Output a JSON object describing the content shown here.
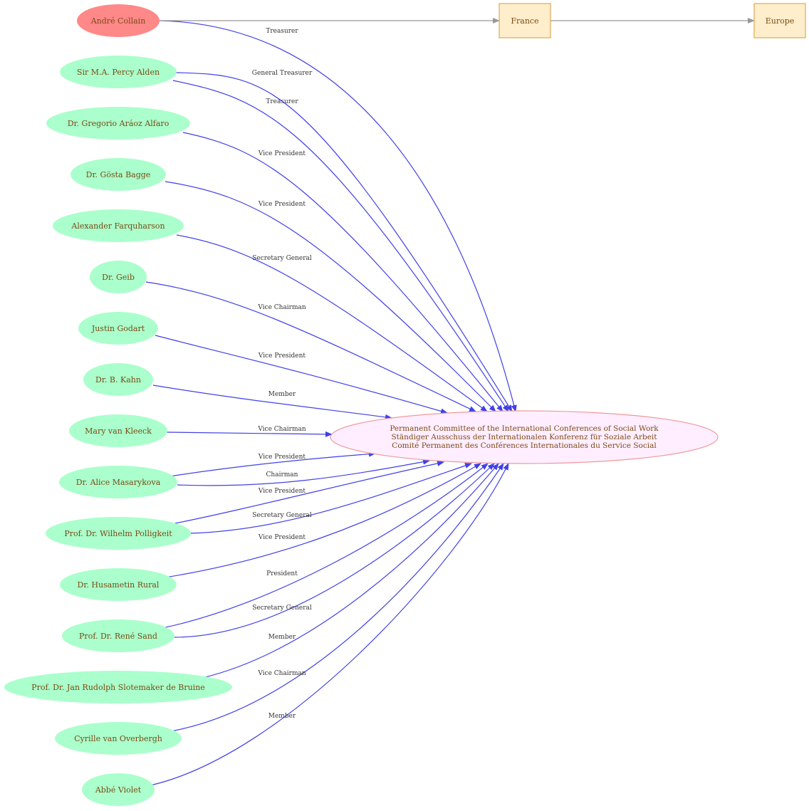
{
  "colors": {
    "person_fill": "#aaffcc",
    "highlight_fill": "#ff8888",
    "place_fill": "#ffeecc",
    "place_stroke": "#ddaa55",
    "committee_fill": "#ffeeff",
    "committee_stroke": "#ee9999",
    "edge_blue": "#4040e8",
    "edge_gray": "#999999",
    "text_brown": "#7a4a14"
  },
  "committee": {
    "lines": [
      "Permanent Committee of the International Conferences of Social Work",
      "Ständiger Ausschuss der Internationalen Konferenz für Soziale Arbeit",
      "Comité Permanent des Conférences Internationales du Service Social"
    ]
  },
  "places": [
    {
      "id": "france",
      "label": "France"
    },
    {
      "id": "europe",
      "label": "Europe"
    }
  ],
  "people": [
    {
      "id": "collain",
      "label": "André Collain",
      "highlight": true
    },
    {
      "id": "alden",
      "label": "Sir M.A. Percy Alden"
    },
    {
      "id": "alfaro",
      "label": "Dr. Gregorio  Aráoz Alfaro"
    },
    {
      "id": "bagge",
      "label": "Dr. Gösta Bagge"
    },
    {
      "id": "farquharson",
      "label": "Alexander Farquharson"
    },
    {
      "id": "geib",
      "label": "Dr. Geib"
    },
    {
      "id": "godart",
      "label": "Justin Godart"
    },
    {
      "id": "kahn",
      "label": "Dr. B. Kahn"
    },
    {
      "id": "kleeck",
      "label": "Mary van Kleeck"
    },
    {
      "id": "masarykova",
      "label": "Dr. Alice Masarykova"
    },
    {
      "id": "polligkeit",
      "label": "Prof. Dr. Wilhelm Polligkeit"
    },
    {
      "id": "rural",
      "label": "Dr. Husametin Rural"
    },
    {
      "id": "sand",
      "label": "Prof. Dr. René Sand"
    },
    {
      "id": "slotemaker",
      "label": "Prof. Dr. Jan Rudolph Slotemaker de Bruine"
    },
    {
      "id": "overbergh",
      "label": "Cyrille  van Overbergh"
    },
    {
      "id": "violet",
      "label": "Abbé Violet"
    }
  ],
  "edges": [
    {
      "from": "collain",
      "to": "committee",
      "label": "Treasurer"
    },
    {
      "from": "alden",
      "to": "committee",
      "label": "General Treasurer"
    },
    {
      "from": "alden",
      "to": "committee",
      "label": "Treasurer"
    },
    {
      "from": "alfaro",
      "to": "committee",
      "label": "Vice President"
    },
    {
      "from": "bagge",
      "to": "committee",
      "label": "Vice President"
    },
    {
      "from": "farquharson",
      "to": "committee",
      "label": "Secretary General"
    },
    {
      "from": "geib",
      "to": "committee",
      "label": "Vice Chairman"
    },
    {
      "from": "godart",
      "to": "committee",
      "label": "Vice President"
    },
    {
      "from": "kahn",
      "to": "committee",
      "label": "Member"
    },
    {
      "from": "kleeck",
      "to": "committee",
      "label": "Vice Chairman"
    },
    {
      "from": "masarykova",
      "to": "committee",
      "label": "Vice President"
    },
    {
      "from": "masarykova",
      "to": "committee",
      "label": "Chairman"
    },
    {
      "from": "polligkeit",
      "to": "committee",
      "label": "Vice President"
    },
    {
      "from": "polligkeit",
      "to": "committee",
      "label": "Secretary General"
    },
    {
      "from": "rural",
      "to": "committee",
      "label": "Vice President"
    },
    {
      "from": "sand",
      "to": "committee",
      "label": "President"
    },
    {
      "from": "sand",
      "to": "committee",
      "label": "Secretary General"
    },
    {
      "from": "slotemaker",
      "to": "committee",
      "label": "Member"
    },
    {
      "from": "overbergh",
      "to": "committee",
      "label": "Vice Chairman"
    },
    {
      "from": "violet",
      "to": "committee",
      "label": "Member"
    },
    {
      "from": "collain",
      "to": "france",
      "label": ""
    },
    {
      "from": "france",
      "to": "europe",
      "label": ""
    }
  ]
}
